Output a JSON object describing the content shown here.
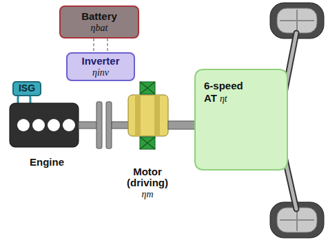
{
  "diagram": {
    "nodes": [
      {
        "text": [
          "Battery",
          "ηbat"
        ]
      },
      {
        "text": [
          "Inverter",
          "ηinv"
        ]
      },
      {
        "text": [
          "ISG"
        ]
      },
      {
        "text": [
          "Engine"
        ]
      },
      {
        "text": [
          "Motor (driving)",
          "ηm"
        ]
      },
      {
        "text": [
          "6-speed AT",
          "ηt"
        ]
      }
    ],
    "edges": [
      {
        "from": 0,
        "to": 1,
        "arrow": "none"
      },
      {
        "from": 1,
        "to": 2,
        "arrow": "none"
      },
      {
        "from": 1,
        "to": 4,
        "arrow": "none"
      }
    ]
  }
}
